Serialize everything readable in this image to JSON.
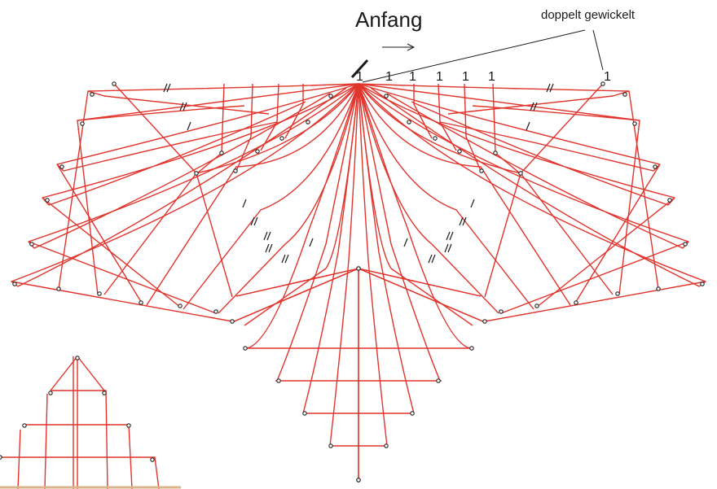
{
  "labels": {
    "start": "Anfang",
    "double_wound": "doppelt gewickelt",
    "markers": [
      "1",
      "1",
      "1",
      "1",
      "1",
      "1",
      "1"
    ]
  },
  "colors": {
    "thread": "#e0342c",
    "pin": "#222222",
    "text": "#1a1a1a",
    "ground": "#d9b48a"
  },
  "icons": {
    "direction": "right-arrow-icon",
    "start_mark": "start-stroke-icon"
  }
}
